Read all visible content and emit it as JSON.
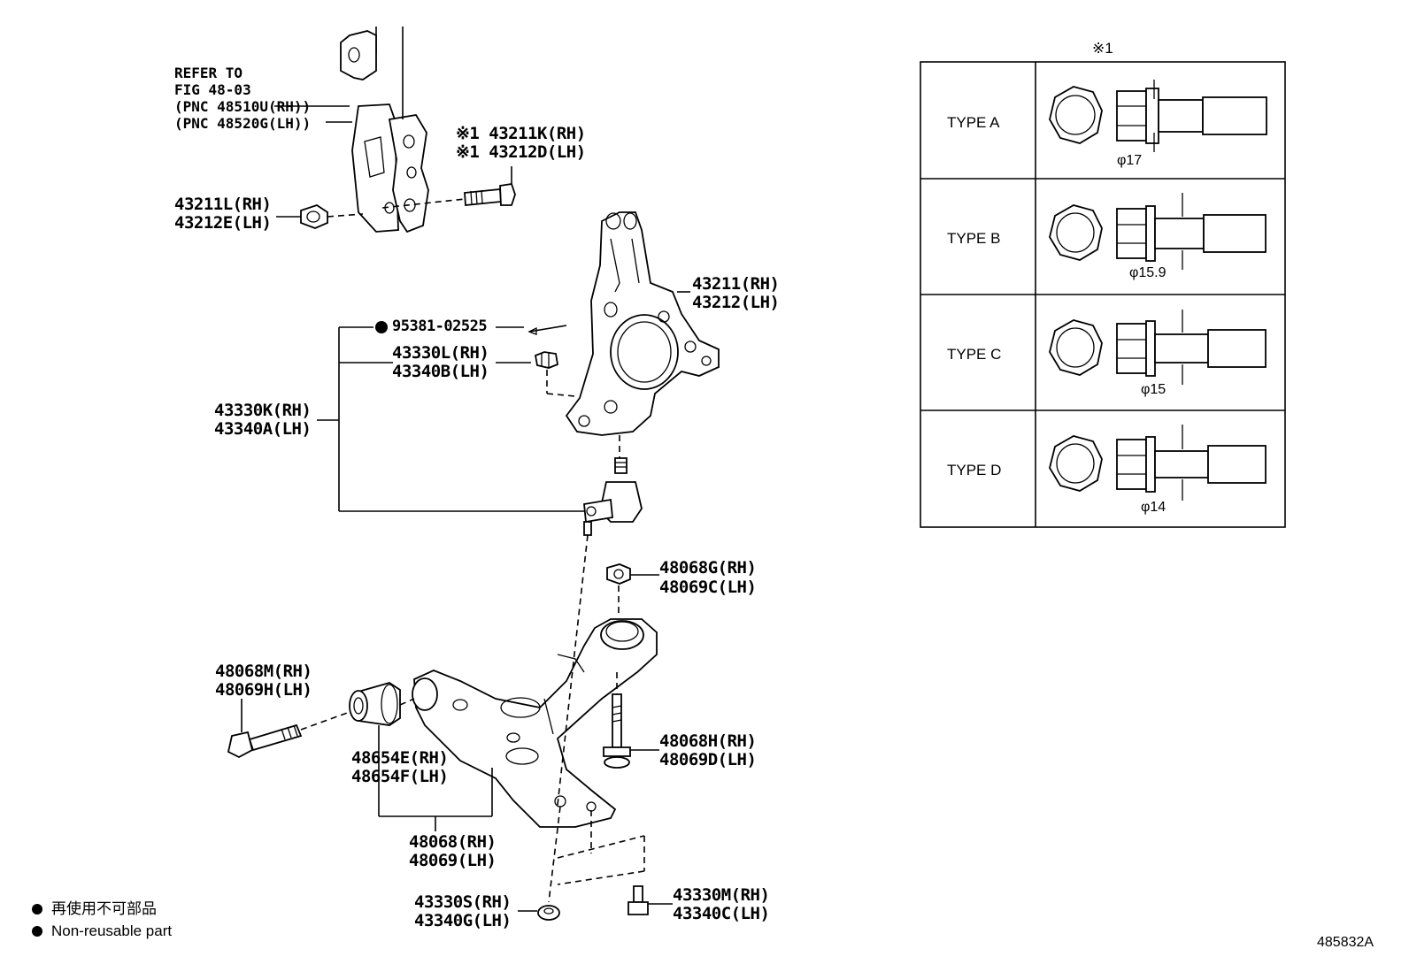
{
  "refer": {
    "line1": "REFER TO",
    "line2": "FIG 48-03",
    "line3": "(PNC 48510U(RH))",
    "line4": "(PNC 48520G(LH))"
  },
  "callouts": {
    "c43211K": "※1 43211K(RH)",
    "c43212D": "※1 43212D(LH)",
    "c43211L": "43211L(RH)",
    "c43212E": "43212E(LH)",
    "c43211": "43211(RH)",
    "c43212": "43212(LH)",
    "c95381": "95381-02525",
    "c43330L": "43330L(RH)",
    "c43340B": "43340B(LH)",
    "c43330K": "43330K(RH)",
    "c43340A": "43340A(LH)",
    "c48068G": "48068G(RH)",
    "c48069C": "48069C(LH)",
    "c48068M": "48068M(RH)",
    "c48069H": "48069H(LH)",
    "c48068H": "48068H(RH)",
    "c48069D": "48069D(LH)",
    "c48654E": "48654E(RH)",
    "c48654F": "48654F(LH)",
    "c48068": "48068(RH)",
    "c48069": "48069(LH)",
    "c43330S": "43330S(RH)",
    "c43340G": "43340G(LH)",
    "c43330M": "43330M(RH)",
    "c43340C": "43340C(LH)"
  },
  "table": {
    "header": "※1",
    "rows": [
      {
        "type": "TYPE A",
        "diameter": "φ17"
      },
      {
        "type": "TYPE B",
        "diameter": "φ15.9"
      },
      {
        "type": "TYPE C",
        "diameter": "φ15"
      },
      {
        "type": "TYPE D",
        "diameter": "φ14"
      }
    ]
  },
  "legend": {
    "japanese": "再使用不可部品",
    "english": "Non-reusable part"
  },
  "figure_number": "485832A"
}
